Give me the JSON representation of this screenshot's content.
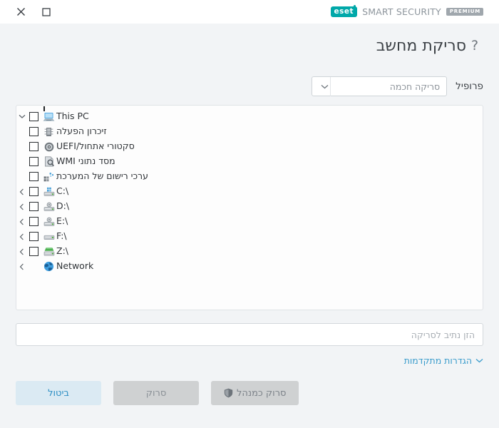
{
  "titlebar": {
    "close_label": "×",
    "close_icon": "close-icon",
    "maximize_label": "□",
    "maximize_icon": "maximize-icon",
    "brand_mark": "eset",
    "brand_name": "SMART SECURITY",
    "brand_badge": "PREMIUM"
  },
  "header": {
    "title": "סריקת מחשב",
    "help_label": "?"
  },
  "profile": {
    "label": "פרופיל",
    "selected": "סריקה חכמה",
    "chevron_icon": "chevron-down-icon"
  },
  "tree": {
    "rows": [
      {
        "label": "This PC",
        "icon": "computer-icon",
        "ltr": true,
        "expanded": true,
        "has_checkbox": true,
        "has_expander": true,
        "checked": false
      },
      {
        "label": "זיכרון הפעלה",
        "icon": "memory-icon",
        "ltr": false,
        "expanded": false,
        "has_checkbox": true,
        "has_expander": false,
        "checked": false
      },
      {
        "label": "סקטורי אתחול/UEFI",
        "icon": "disc-icon",
        "ltr": false,
        "expanded": false,
        "has_checkbox": true,
        "has_expander": false,
        "checked": false
      },
      {
        "label": "מסד נתוני WMI",
        "icon": "wmi-icon",
        "ltr": false,
        "expanded": false,
        "has_checkbox": true,
        "has_expander": false,
        "checked": false
      },
      {
        "label": "ערכי רישום של המערכת",
        "icon": "registry-icon",
        "ltr": false,
        "expanded": false,
        "has_checkbox": true,
        "has_expander": false,
        "checked": false
      },
      {
        "label": "C:\\",
        "icon": "drive-c-icon",
        "ltr": true,
        "expanded": false,
        "has_checkbox": true,
        "has_expander": true,
        "checked": false
      },
      {
        "label": "D:\\",
        "icon": "optical-icon",
        "ltr": true,
        "expanded": false,
        "has_checkbox": true,
        "has_expander": true,
        "checked": false
      },
      {
        "label": "E:\\",
        "icon": "optical-icon",
        "ltr": true,
        "expanded": false,
        "has_checkbox": true,
        "has_expander": true,
        "checked": false
      },
      {
        "label": "F:\\",
        "icon": "drive-icon",
        "ltr": true,
        "expanded": false,
        "has_checkbox": true,
        "has_expander": true,
        "checked": false
      },
      {
        "label": "Z:\\",
        "icon": "network-drive-icon",
        "ltr": true,
        "expanded": false,
        "has_checkbox": true,
        "has_expander": true,
        "checked": false
      },
      {
        "label": "Network",
        "icon": "globe-icon",
        "ltr": true,
        "expanded": false,
        "has_checkbox": false,
        "has_expander": true,
        "checked": false
      }
    ]
  },
  "path_field": {
    "value": "",
    "placeholder": "הזן נתיב לסריקה"
  },
  "advanced": {
    "label": "הגדרות מתקדמות",
    "chevron_icon": "chevron-down-icon"
  },
  "buttons": {
    "cancel": "ביטול",
    "scan": "סרוק",
    "scan_admin": "סרוק כמנהל",
    "scan_admin_icon": "shield-icon"
  },
  "colors": {
    "brand_teal": "#00a8a9",
    "accent_blue": "#3a9ccc",
    "cancel_bg": "#dbeaf3",
    "disabled_bg": "#cfd1d2",
    "page_bg": "#f2f4f6",
    "panel_bg": "#fdfdfd"
  }
}
